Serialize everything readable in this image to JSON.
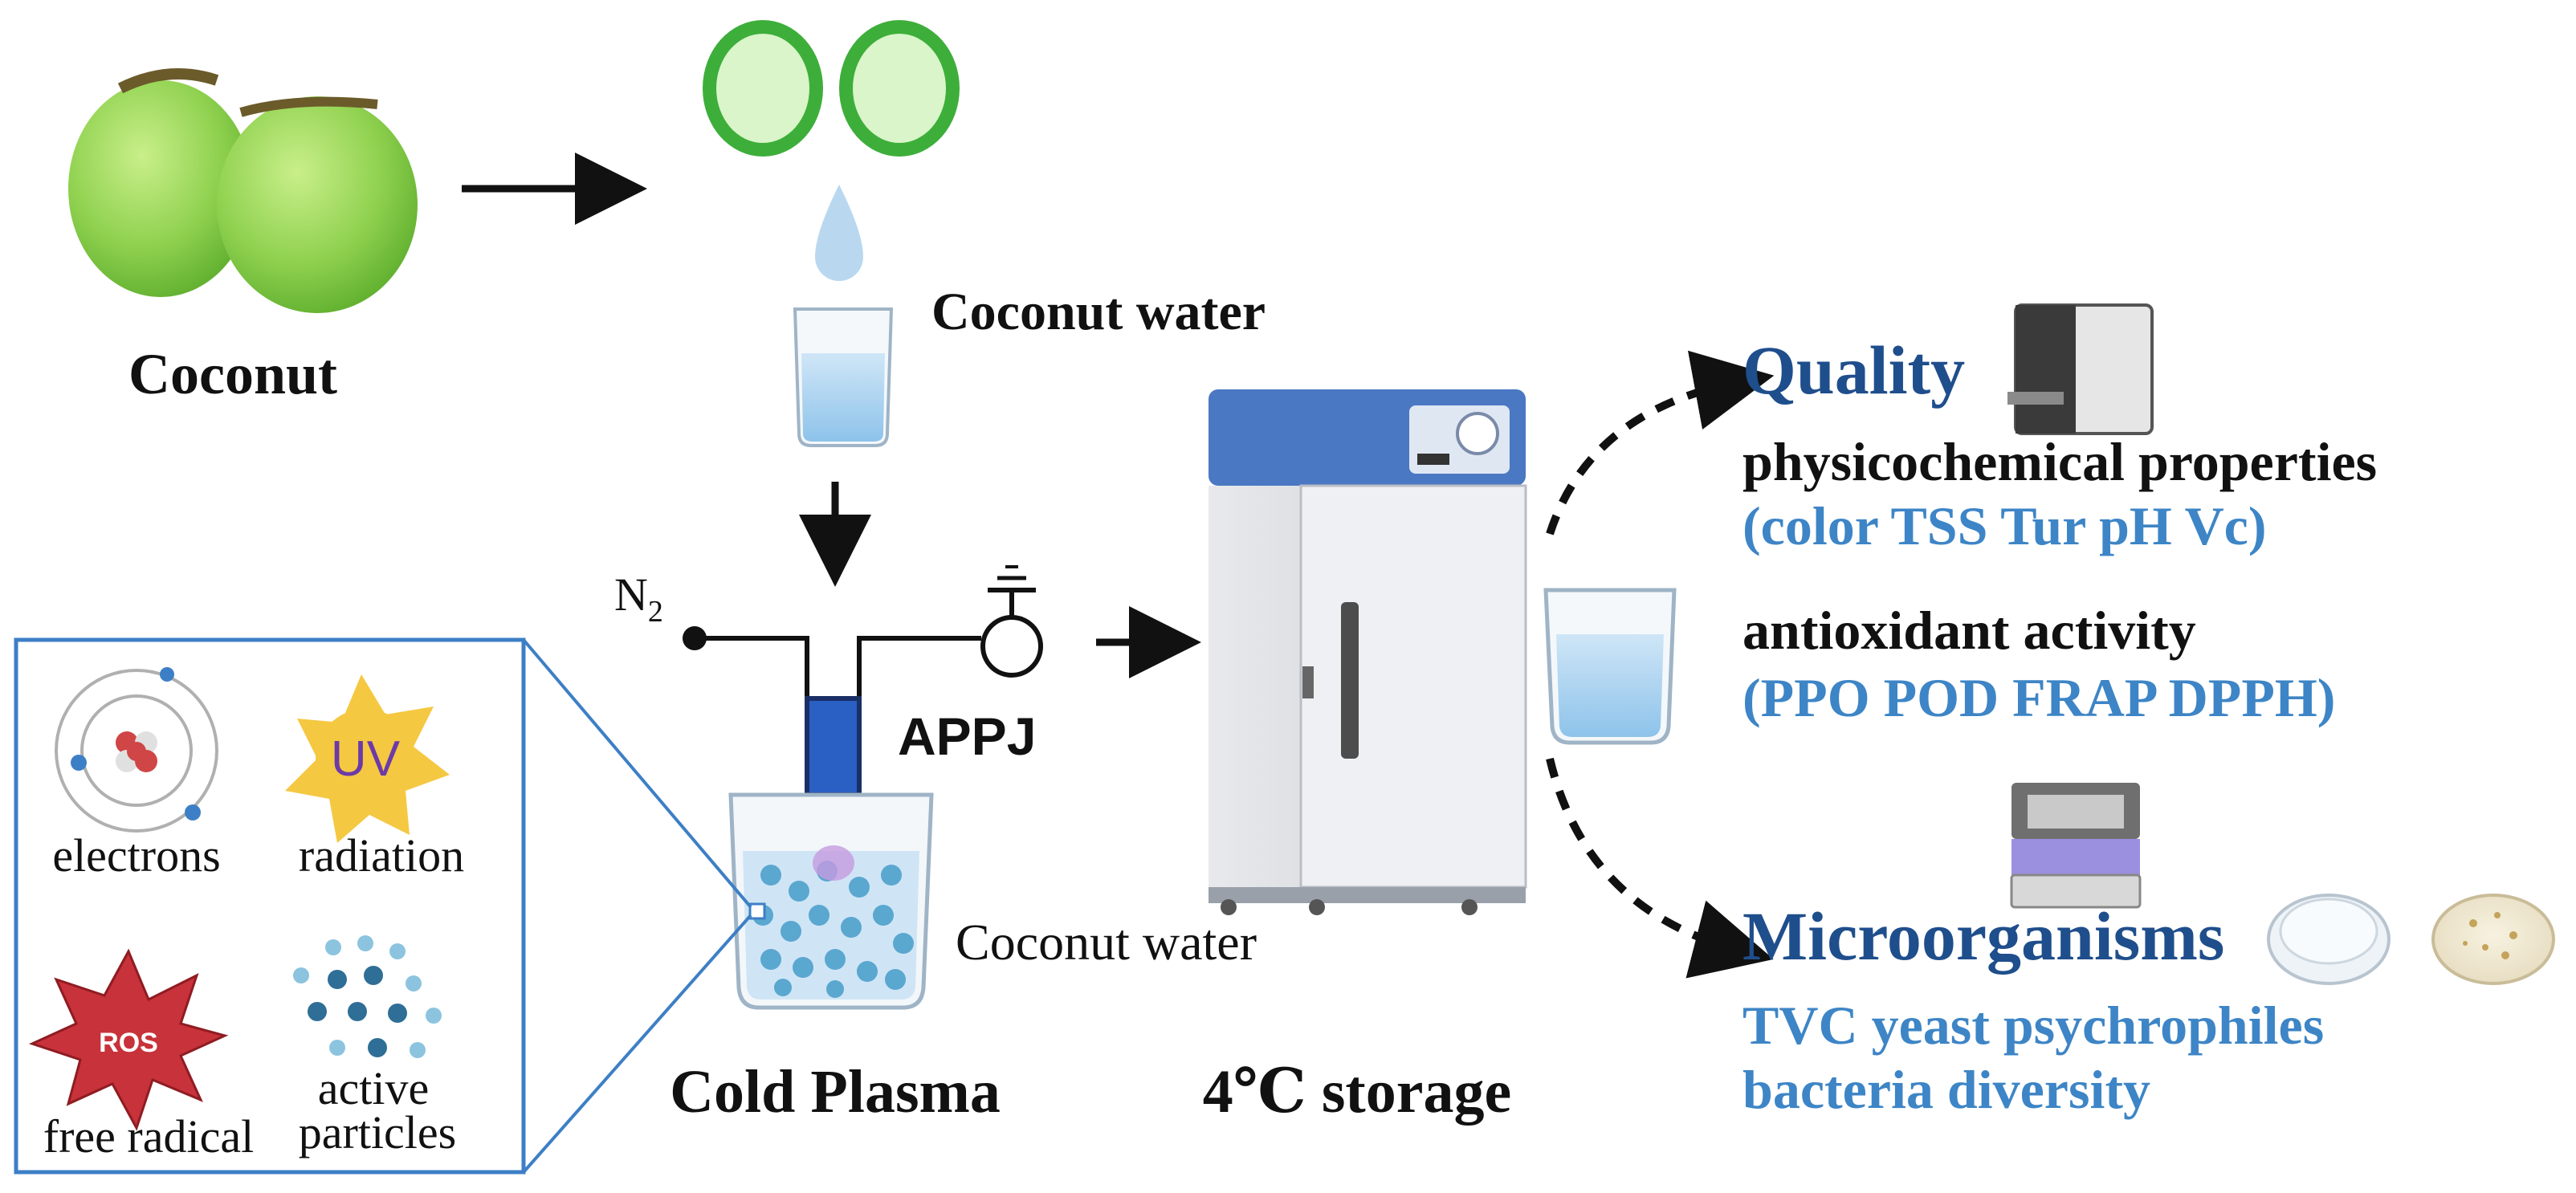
{
  "labels": {
    "coconut": "Coconut",
    "coconut_water_top": "Coconut water",
    "n2": "N",
    "n2_sub": "2",
    "appj": "APPJ",
    "coconut_water_beaker": "Coconut water",
    "cold_plasma": "Cold Plasma",
    "storage": "4℃ storage"
  },
  "inset": {
    "electrons": "electrons",
    "uv_icon": "UV",
    "radiation": "radiation",
    "ros_icon": "ROS",
    "free_radical": "free radical",
    "active_line1": "active",
    "active_line2": "particles"
  },
  "outcomes": {
    "quality_title": "Quality",
    "physchem": "physicochemical properties",
    "physchem_list": "(color TSS Tur pH Vc)",
    "antioxidant": "antioxidant activity",
    "antioxidant_list": "(PPO POD FRAP DPPH)",
    "micro_title": "Microorganisms",
    "micro_line1": "TVC yeast psychrophiles",
    "micro_line2": "bacteria diversity"
  },
  "colors": {
    "title_blue": "#1f4e8c",
    "list_blue": "#3d85c6",
    "text_black": "#111111",
    "inset_border": "#3d7fc6",
    "coconut_green": "#8fd14f",
    "fridge_blue": "#4a78c2",
    "ros_red": "#c8323a",
    "uv_yellow": "#f5c842"
  }
}
